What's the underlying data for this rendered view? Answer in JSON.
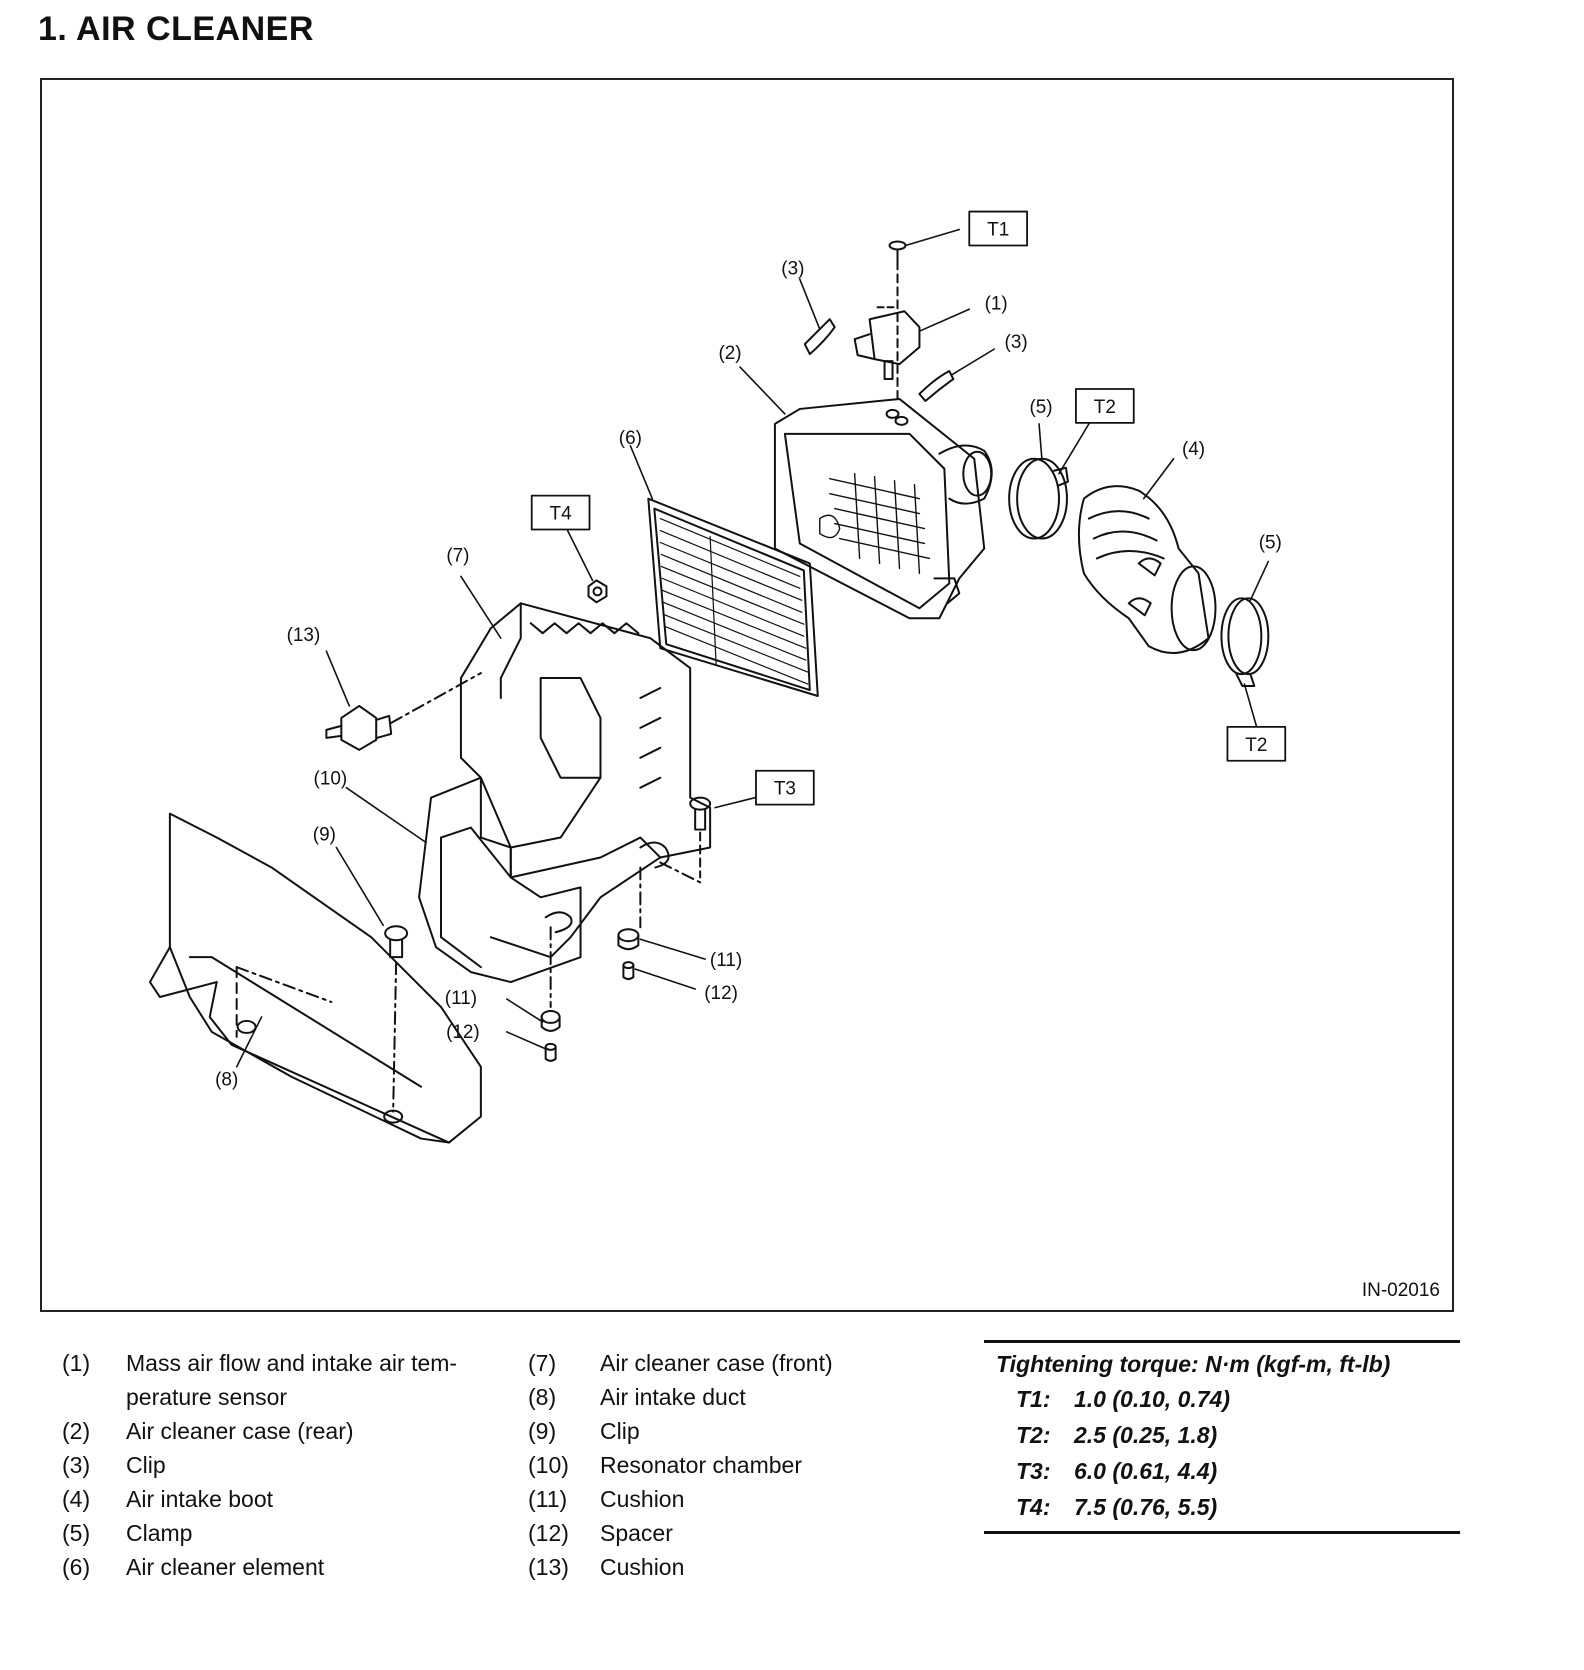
{
  "page": {
    "title": "1.  AIR CLEANER",
    "figure_id": "IN-02016"
  },
  "callouts": {
    "c1": "(1)",
    "c2": "(2)",
    "c3a": "(3)",
    "c3b": "(3)",
    "c4": "(4)",
    "c5a": "(5)",
    "c5b": "(5)",
    "c6": "(6)",
    "c7": "(7)",
    "c8": "(8)",
    "c9": "(9)",
    "c10": "(10)",
    "c11a": "(11)",
    "c11b": "(11)",
    "c12a": "(12)",
    "c12b": "(12)",
    "c13": "(13)"
  },
  "torque_tags": {
    "t1": "T1",
    "t2a": "T2",
    "t2b": "T2",
    "t3": "T3",
    "t4": "T4"
  },
  "legend": {
    "col1": [
      {
        "num": "(1)",
        "text": "Mass air flow and intake air tem-",
        "text2": "perature sensor"
      },
      {
        "num": "(2)",
        "text": "Air cleaner case (rear)"
      },
      {
        "num": "(3)",
        "text": "Clip"
      },
      {
        "num": "(4)",
        "text": "Air intake boot"
      },
      {
        "num": "(5)",
        "text": "Clamp"
      },
      {
        "num": "(6)",
        "text": "Air cleaner element"
      }
    ],
    "col2": [
      {
        "num": "(7)",
        "text": "Air cleaner case (front)"
      },
      {
        "num": "(8)",
        "text": "Air intake duct"
      },
      {
        "num": "(9)",
        "text": "Clip"
      },
      {
        "num": "(10)",
        "text": "Resonator chamber"
      },
      {
        "num": "(11)",
        "text": "Cushion"
      },
      {
        "num": "(12)",
        "text": "Spacer"
      },
      {
        "num": "(13)",
        "text": "Cushion"
      }
    ]
  },
  "torque": {
    "title": "Tightening torque: N·m (kgf-m, ft-lb)",
    "rows": [
      {
        "code": "T1:",
        "value": "1.0 (0.10, 0.74)"
      },
      {
        "code": "T2:",
        "value": "2.5 (0.25, 1.8)"
      },
      {
        "code": "T3:",
        "value": "6.0 (0.61, 4.4)"
      },
      {
        "code": "T4:",
        "value": "7.5 (0.76, 5.5)"
      }
    ]
  }
}
